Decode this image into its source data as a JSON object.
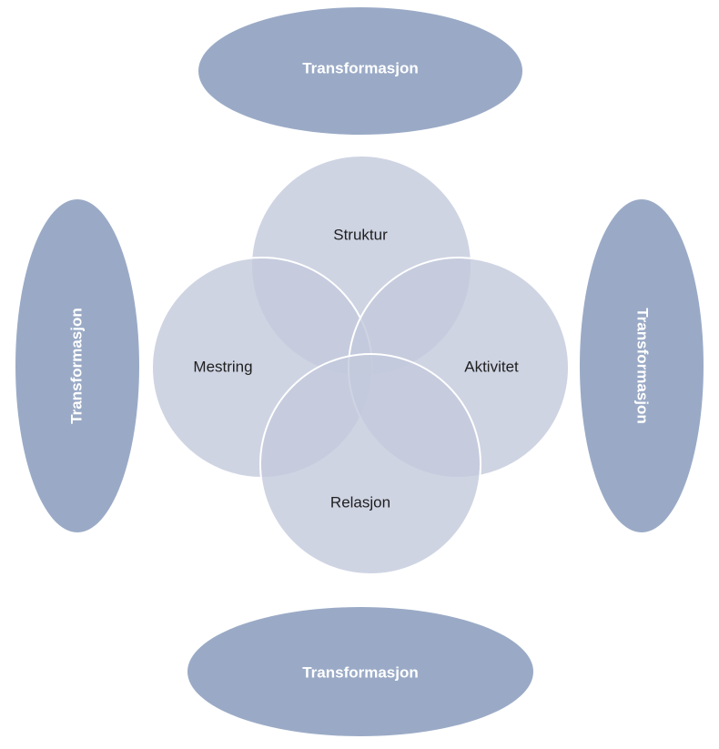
{
  "ellipses": {
    "top": "Transformasjon",
    "bottom": "Transformasjon",
    "left": "Transformasjon",
    "right": "Transformasjon"
  },
  "circles": {
    "top": "Struktur",
    "left": "Mestring",
    "right": "Aktivitet",
    "bottom": "Relasjon"
  },
  "colors": {
    "ellipse_fill": "#9aaac6",
    "circle_fill": "#c3c9dc",
    "ellipse_text": "#ffffff",
    "circle_text": "#1f1f1f"
  }
}
